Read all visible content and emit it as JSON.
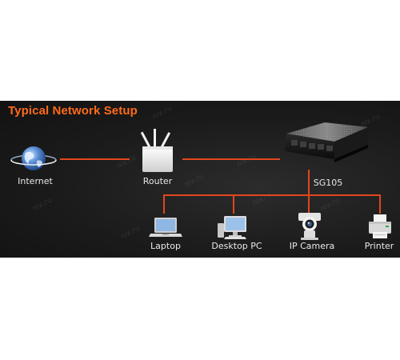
{
  "diagram": {
    "title": "Typical Network Setup",
    "watermark": "nix.ru",
    "colors": {
      "accent": "#ff6a1a",
      "connection": "#e2461c",
      "background": "#1b1b1b",
      "label": "#e9e9e9"
    },
    "nodes": {
      "internet": {
        "label": "Internet",
        "icon": "globe-icon"
      },
      "router": {
        "label": "Router",
        "icon": "wireless-router-icon"
      },
      "switch": {
        "label": "SG105",
        "icon": "network-switch-icon"
      },
      "laptop": {
        "label": "Laptop",
        "icon": "laptop-icon"
      },
      "desktop": {
        "label": "Desktop PC",
        "icon": "desktop-pc-icon"
      },
      "camera": {
        "label": "IP Camera",
        "icon": "ip-camera-icon"
      },
      "printer": {
        "label": "Printer",
        "icon": "printer-icon"
      }
    }
  }
}
